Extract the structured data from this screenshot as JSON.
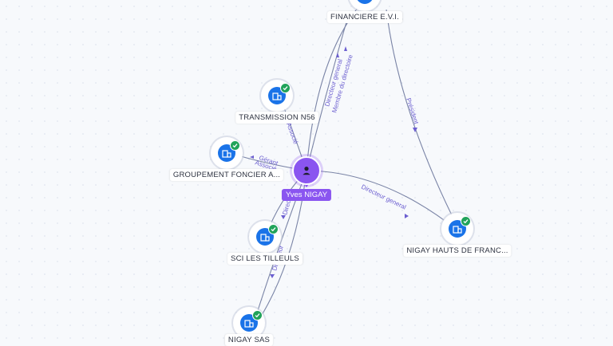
{
  "person": {
    "name": "Yves NIGAY",
    "icon": "person-icon",
    "color": "#8a55f0"
  },
  "companies": [
    {
      "id": "financiere",
      "label": "FINANCIERE E.V.I.",
      "icon": "company-building-icon",
      "verified": true
    },
    {
      "id": "transmission",
      "label": "TRANSMISSION N56",
      "icon": "company-building-icon",
      "verified": true
    },
    {
      "id": "groupement",
      "label": "GROUPEMENT FONCIER A...",
      "icon": "company-building-icon",
      "verified": true
    },
    {
      "id": "tilleuls",
      "label": "SCI LES TILLEULS",
      "icon": "company-building-icon",
      "verified": true
    },
    {
      "id": "nigay_sas",
      "label": "NIGAY SAS",
      "icon": "company-building-icon",
      "verified": true
    },
    {
      "id": "hauts",
      "label": "NIGAY HAUTS DE FRANC...",
      "icon": "company-building-icon",
      "verified": true
    }
  ],
  "edge_labels": {
    "fin_1": "Directeur general",
    "fin_2": "Membre du directoire",
    "fin_3": "Président",
    "trans": "Associé",
    "grp_1": "Gérant",
    "grp_2": "Associé",
    "hauts": "Directeur general",
    "sas_1": "Directeur",
    "sas_2": "Directeur"
  },
  "colors": {
    "company": "#1a73e8",
    "verified": "#21a35a",
    "edge": "#7a84a6",
    "edge_label": "#6c5fd0"
  }
}
